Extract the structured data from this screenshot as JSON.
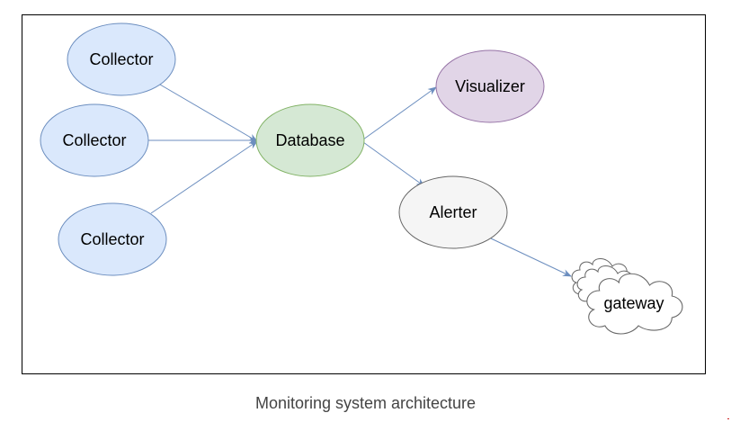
{
  "diagram": {
    "nodes": {
      "collector_1": {
        "label": "Collector",
        "fill": "#dae8fc",
        "stroke": "#6c8ebf"
      },
      "collector_2": {
        "label": "Collector",
        "fill": "#dae8fc",
        "stroke": "#6c8ebf"
      },
      "collector_3": {
        "label": "Collector",
        "fill": "#dae8fc",
        "stroke": "#6c8ebf"
      },
      "database": {
        "label": "Database",
        "fill": "#d5e8d4",
        "stroke": "#82b366"
      },
      "visualizer": {
        "label": "Visualizer",
        "fill": "#e1d5e7",
        "stroke": "#9673a6"
      },
      "alerter": {
        "label": "Alerter",
        "fill": "#f5f5f5",
        "stroke": "#666666"
      },
      "gateway": {
        "label": "gateway",
        "fill": "#ffffff",
        "stroke": "#666666",
        "shape": "cloud-stack"
      }
    },
    "edges": [
      {
        "from": "collector_1",
        "to": "database"
      },
      {
        "from": "collector_2",
        "to": "database"
      },
      {
        "from": "collector_3",
        "to": "database"
      },
      {
        "from": "database",
        "to": "visualizer"
      },
      {
        "from": "database",
        "to": "alerter"
      },
      {
        "from": "alerter",
        "to": "gateway"
      }
    ],
    "edge_color": "#6c8ebf",
    "frame_color": "#000000"
  },
  "caption": "Monitoring system architecture"
}
